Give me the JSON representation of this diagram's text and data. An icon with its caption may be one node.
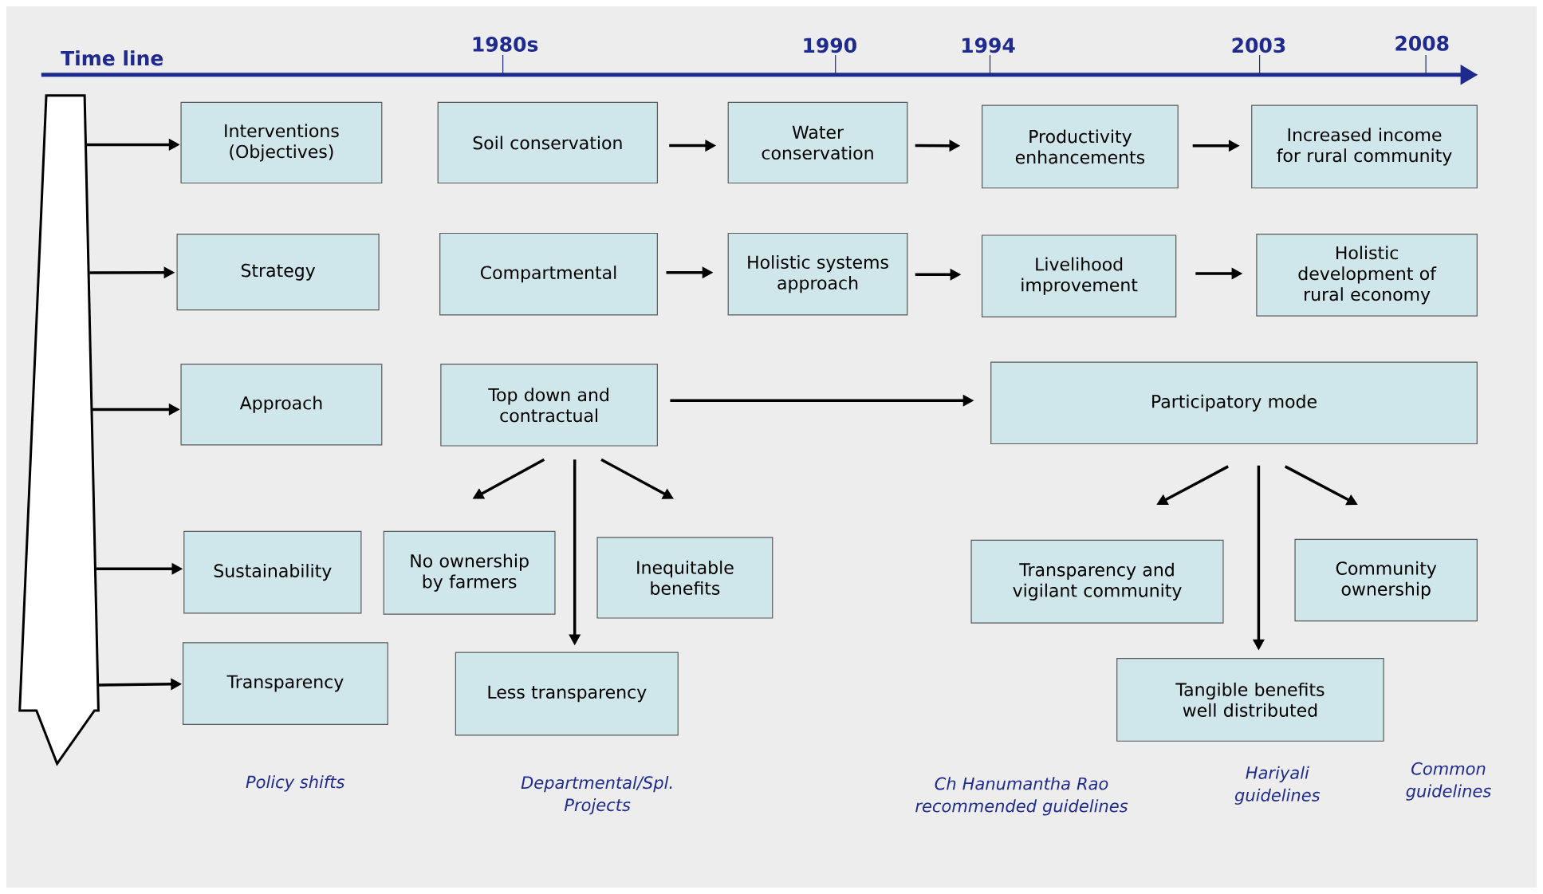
{
  "diagram": {
    "nodes": [
      {
        "text": [
          "Interventions (Objectives)"
        ]
      },
      {
        "text": [
          "Soil conservation"
        ]
      },
      {
        "text": [
          "Water conservation"
        ]
      },
      {
        "text": [
          "Productivity enhancements"
        ]
      },
      {
        "text": [
          "Increased income for rural community"
        ]
      },
      {
        "text": [
          "Strategy"
        ]
      },
      {
        "text": [
          "Compartmental"
        ]
      },
      {
        "text": [
          "Holistic systems approach"
        ]
      },
      {
        "text": [
          "Livelihood improvement"
        ]
      },
      {
        "text": [
          "Holistic development of rural economy"
        ]
      },
      {
        "text": [
          "Approach"
        ]
      },
      {
        "text": [
          "Top down and contractual"
        ]
      },
      {
        "text": [
          "Participatory mode"
        ]
      },
      {
        "text": [
          "Sustainability"
        ]
      },
      {
        "text": [
          "No ownership by farmers"
        ]
      },
      {
        "text": [
          "Inequitable benefits"
        ]
      },
      {
        "text": [
          "Transparency and vigilant community"
        ]
      },
      {
        "text": [
          "Community ownership"
        ]
      },
      {
        "text": [
          "Transparency"
        ]
      },
      {
        "text": [
          "Less transparency"
        ]
      },
      {
        "text": [
          "Tangible benefits well distributed"
        ]
      },
      {
        "text": [],
        "shape": "arrow"
      }
    ],
    "edges": [
      {
        "from": 21,
        "to": 0,
        "arrow": "to"
      },
      {
        "from": 21,
        "to": 5,
        "arrow": "to"
      },
      {
        "from": 21,
        "to": 10,
        "arrow": "to"
      },
      {
        "from": 21,
        "to": 13,
        "arrow": "to"
      },
      {
        "from": 21,
        "to": 18,
        "arrow": "to"
      },
      {
        "from": 1,
        "to": 2,
        "arrow": "to"
      },
      {
        "from": 2,
        "to": 3,
        "arrow": "to"
      },
      {
        "from": 3,
        "to": 4,
        "arrow": "to"
      },
      {
        "from": 6,
        "to": 7,
        "arrow": "to"
      },
      {
        "from": 7,
        "to": 8,
        "arrow": "to"
      },
      {
        "from": 8,
        "to": 9,
        "arrow": "to"
      },
      {
        "from": 11,
        "to": 12,
        "arrow": "to"
      },
      {
        "from": 11,
        "to": 14,
        "arrow": "to"
      },
      {
        "from": 11,
        "to": 19,
        "arrow": "to"
      },
      {
        "from": 11,
        "to": 15,
        "arrow": "to"
      },
      {
        "from": 12,
        "to": 16,
        "arrow": "to"
      },
      {
        "from": 12,
        "to": 20,
        "arrow": "to"
      },
      {
        "from": 12,
        "to": 17,
        "arrow": "to"
      }
    ],
    "labels": [
      "Time line",
      "1980s",
      "1990",
      "1994",
      "2003",
      "2008",
      "Policy shifts",
      "Departmental/Spl. Projects",
      "Ch Hanumantha Rao recommended guidelines",
      "Hariyali guidelines",
      "Common guidelines"
    ]
  }
}
